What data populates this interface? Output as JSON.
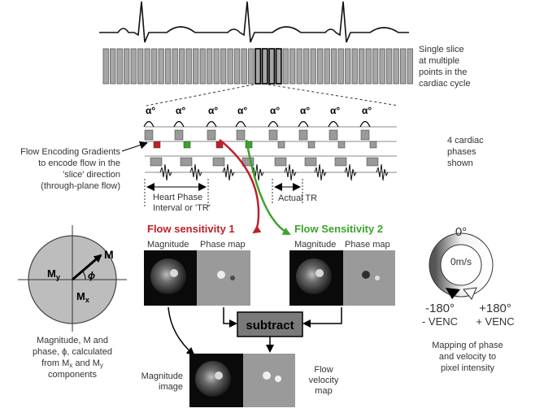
{
  "slice_note": [
    "Single slice",
    "at multiple",
    "points in the",
    "cardiac cycle"
  ],
  "alpha_label": "α°",
  "phases_note": [
    "4 cardiac",
    "phases",
    "shown"
  ],
  "flow_gradients_note": [
    "Flow Encoding Gradients",
    "to encode flow in the",
    "'slice' direction",
    "(through-plane flow)"
  ],
  "heart_phase_label": [
    "Heart Phase",
    "Interval or 'TR'"
  ],
  "actual_tr_label": "Actual TR",
  "flow_sensitivity_1": {
    "title": "Flow sensitivity 1",
    "magnitude": "Magnitude",
    "phase": "Phase map",
    "color": "#c0202a"
  },
  "flow_sensitivity_2": {
    "title": "Flow Sensitivity 2",
    "magnitude": "Magnitude",
    "phase": "Phase map",
    "color": "#3aa52a"
  },
  "subtract_label": "subtract",
  "circle": {
    "m": "M",
    "my": "M",
    "my_sub": "y",
    "mx": "M",
    "mx_sub": "x",
    "phi": "ϕ"
  },
  "circle_caption": [
    "Magnitude, M and",
    "phase, ϕ, calculated",
    "from M",
    "x",
    " and M",
    "y",
    "components"
  ],
  "magnitude_image_label": [
    "Magnitude",
    "image"
  ],
  "flow_velocity_label": [
    "Flow",
    "velocity",
    "map"
  ],
  "venc": {
    "top_angle": "0°",
    "center": "0m/s",
    "left_angle": "-180°",
    "right_angle": "+180°",
    "left_venc": "- VENC",
    "right_venc": "+ VENC",
    "caption": [
      "Mapping of phase",
      "and velocity to",
      "pixel intensity"
    ]
  }
}
